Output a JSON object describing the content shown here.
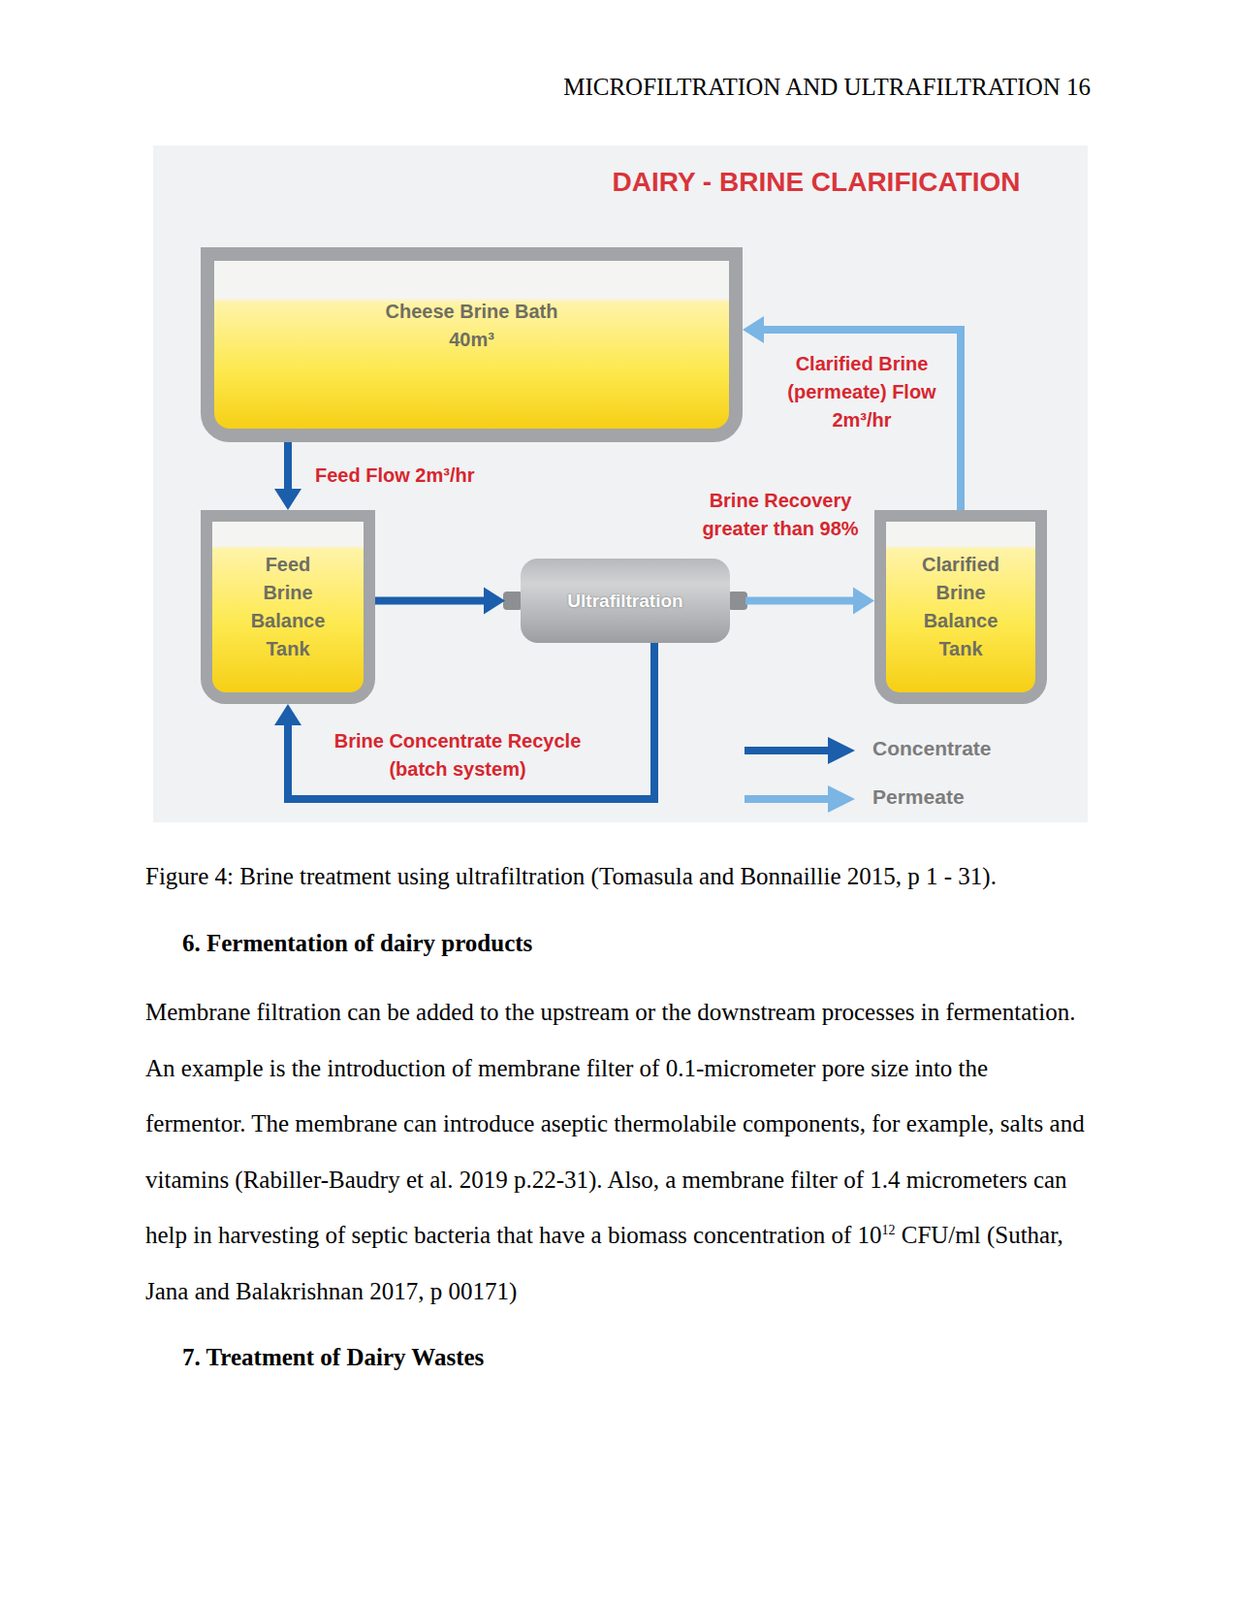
{
  "diagram": {
    "title": "DAIRY - BRINE CLARIFICATION",
    "caption": "Figure 4: Brine treatment using ultrafiltration (Tomasula and Bonnaillie 2015, p 1 - 31).",
    "nodes": [
      {
        "text": [
          "Cheese Brine Bath",
          "40m³"
        ]
      },
      {
        "text": [
          "Feed Brine Balance Tank"
        ]
      },
      {
        "text": [
          "Ultrafiltration"
        ]
      },
      {
        "text": [
          "Clarified Brine Balance Tank"
        ]
      }
    ],
    "edges": [
      {
        "from": 0,
        "to": 1,
        "label": "Feed Flow 2m³/hr",
        "arrow": "to"
      },
      {
        "from": 1,
        "to": 2,
        "arrow": "to"
      },
      {
        "from": 2,
        "to": 3,
        "label": "Brine Recovery greater than 98%",
        "arrow": "to"
      },
      {
        "from": 3,
        "to": 0,
        "label": "Clarified Brine (permeate) Flow 2m³/hr",
        "arrow": "to"
      },
      {
        "from": 2,
        "to": 1,
        "label": "Brine Concentrate Recycle (batch system)",
        "arrow": "to"
      }
    ],
    "labels": [
      "MICROFILTRATION AND ULTRAFILTRATION 16",
      "6. Fermentation of dairy products",
      "Membrane filtration can be added to the upstream or the downstream processes in fermentation. An example is the introduction of membrane filter of 0.1-micrometer pore size into the fermentor. The membrane can introduce aseptic thermolabile components, for example, salts and vitamins (Rabiller-Baudry et al. 2019 p.22-31). Also, a membrane filter of 1.4 micrometers can help in harvesting of septic bacteria that have a biomass concentration of 10",
      "12",
      "CFU/ml (Suthar, Jana and Balakrishnan 2017, p 00171)",
      "7. Treatment of Dairy Wastes"
    ],
    "legend": [
      {
        "text": "Concentrate",
        "color": "#1b5eab"
      },
      {
        "text": "Permeate",
        "color": "#7ab5e4"
      }
    ]
  }
}
